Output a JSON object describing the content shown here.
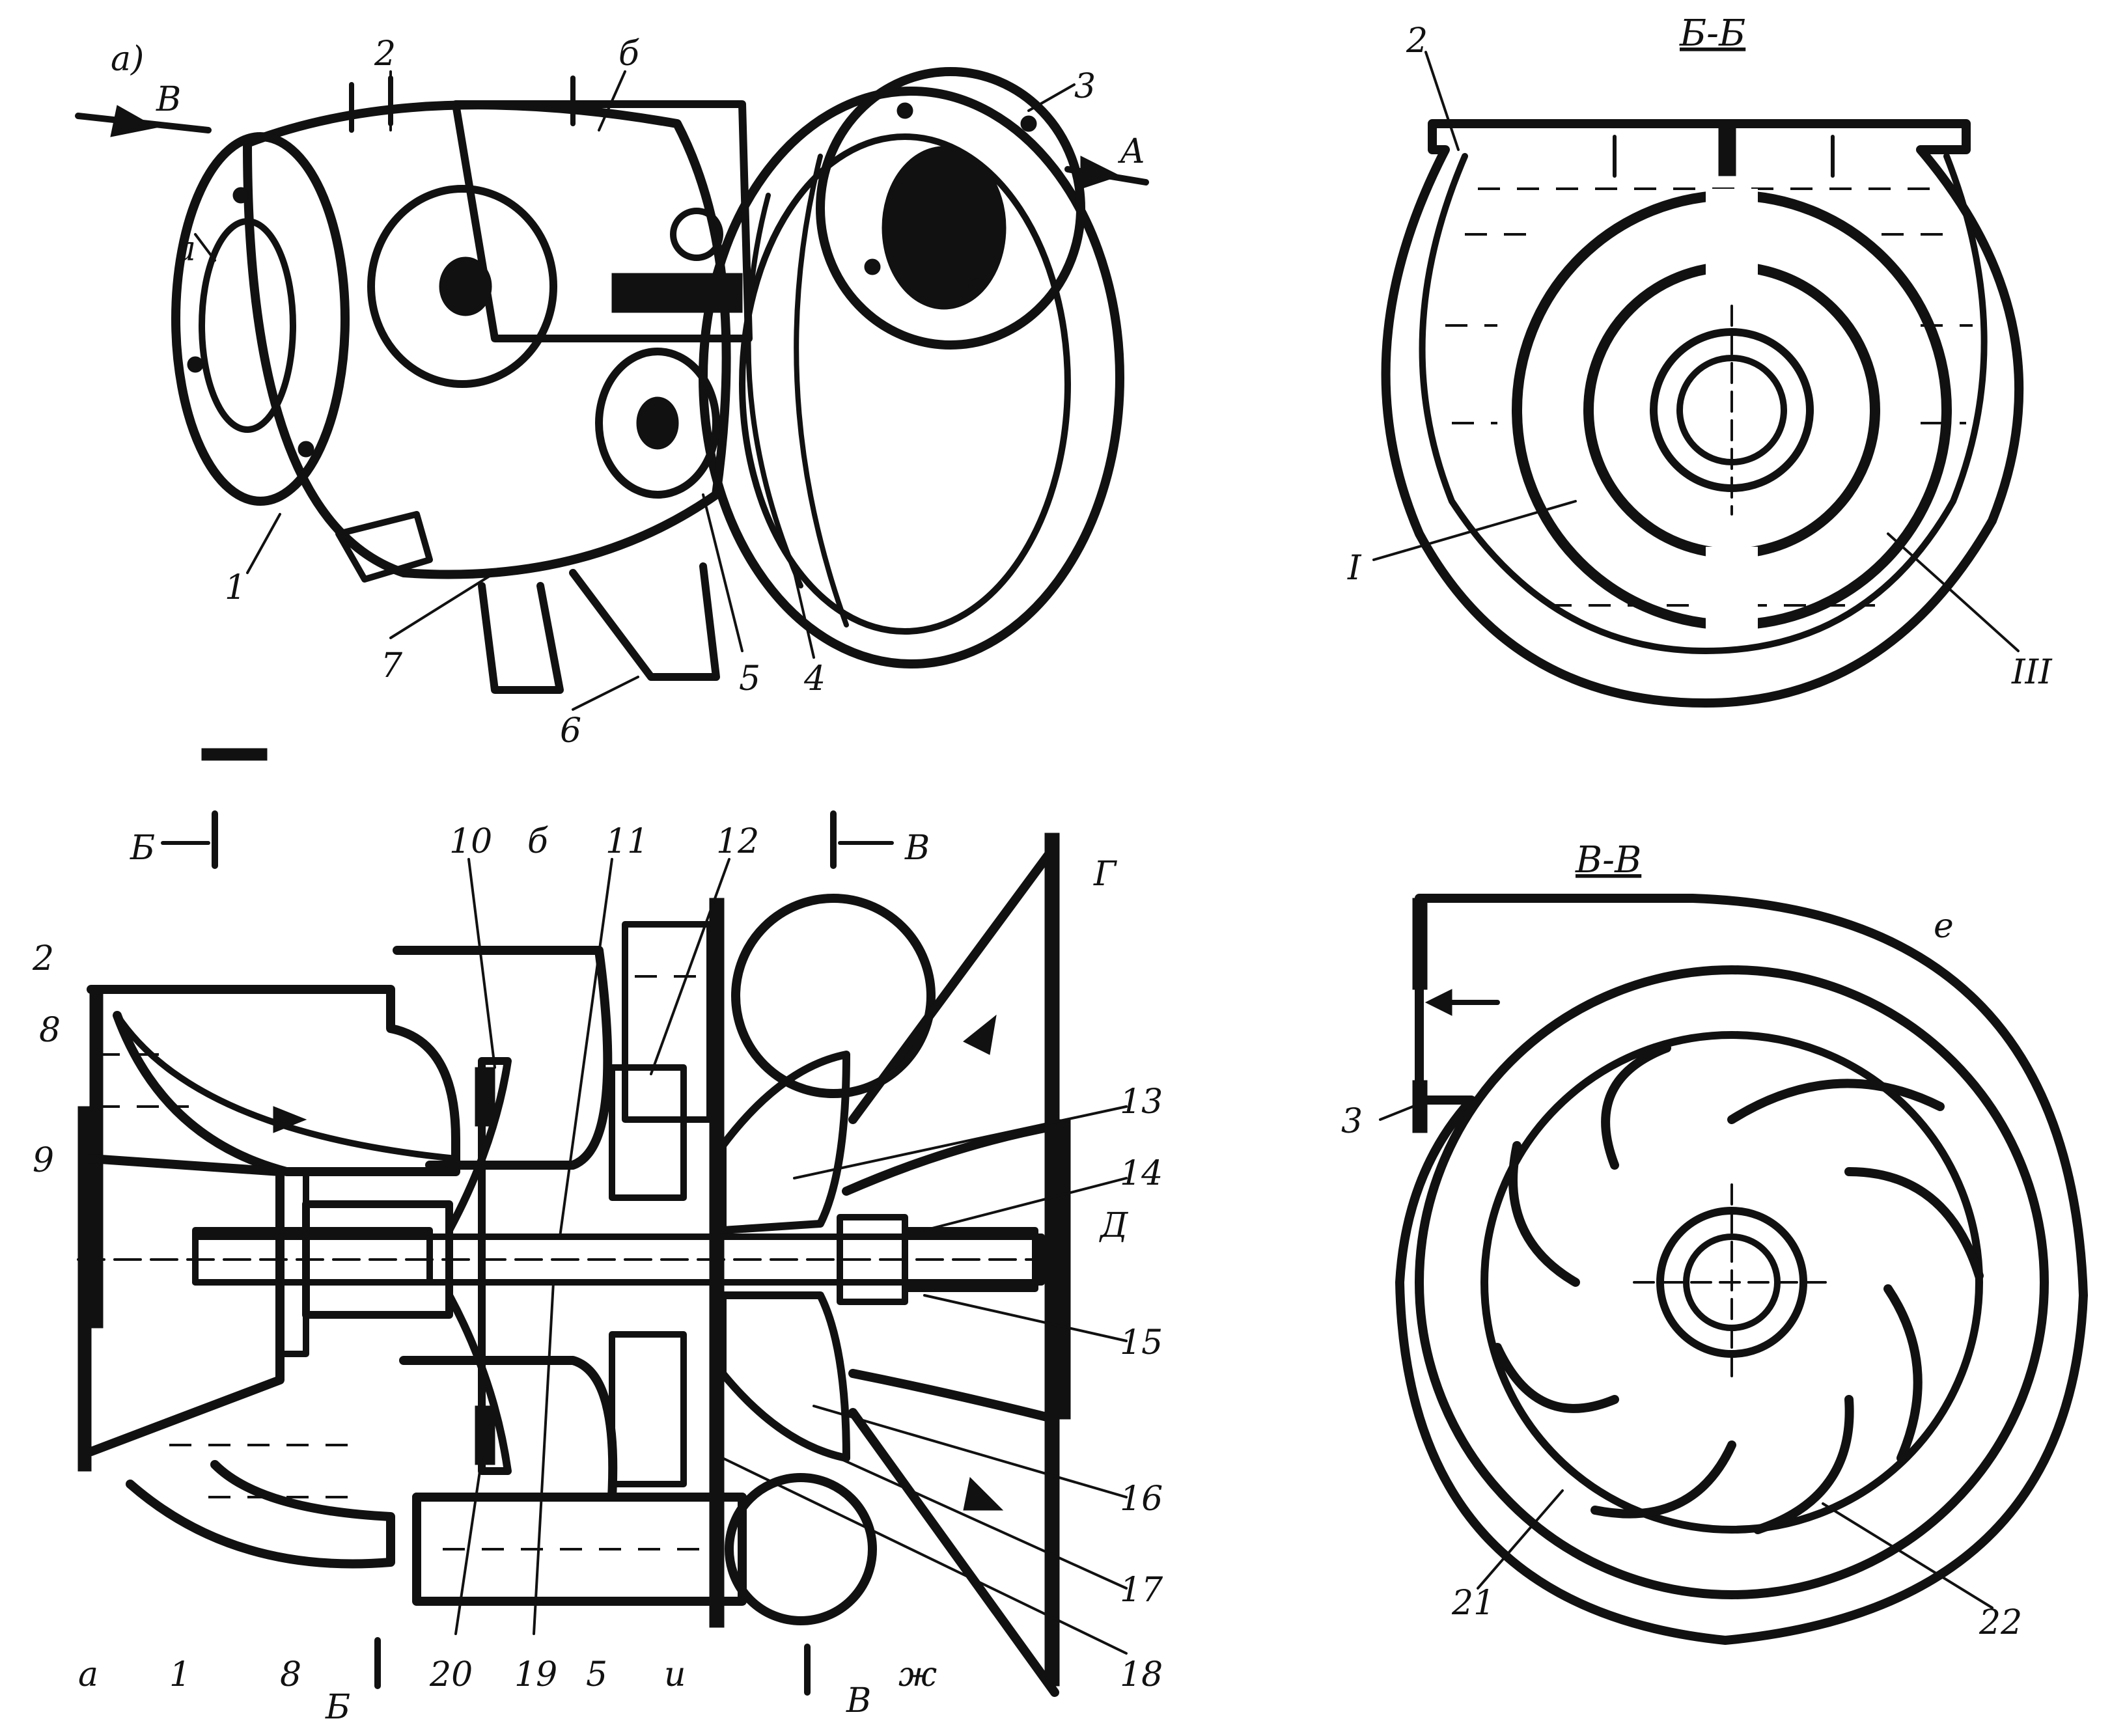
{
  "colors": {
    "ink": "#111111",
    "paper": "#ffffff",
    "hatch": "#111111"
  },
  "views": {
    "perspective": {
      "tag": "а)",
      "labels": {
        "arrow_b": "В",
        "arrow_a": "А",
        "a": "а",
        "b": "б",
        "n1": "1",
        "n2": "2",
        "n3": "3",
        "n4": "4",
        "n5": "5",
        "n6": "6",
        "n7": "7"
      }
    },
    "section_bb": {
      "title": "Б-Б",
      "labels": {
        "n2": "2",
        "roman1": "I",
        "roman3": "III"
      }
    },
    "longitudinal": {
      "cut_b": "Б",
      "cut_v": "В",
      "labels": {
        "n1": "1",
        "n2": "2",
        "n5": "5",
        "n8_top": "8",
        "n8_bottom": "8",
        "n9": "9",
        "n10": "10",
        "n11": "11",
        "n12": "12",
        "n13": "13",
        "n14": "14",
        "n15": "15",
        "n16": "16",
        "n17": "17",
        "n18": "18",
        "n19": "19",
        "n20": "20",
        "a": "а",
        "b": "б",
        "g": "Г",
        "d": "Д",
        "i": "и",
        "zh": "ж"
      }
    },
    "section_vv": {
      "title": "В-В",
      "labels": {
        "n3": "3",
        "n21": "21",
        "n22": "22",
        "e": "е"
      }
    }
  }
}
